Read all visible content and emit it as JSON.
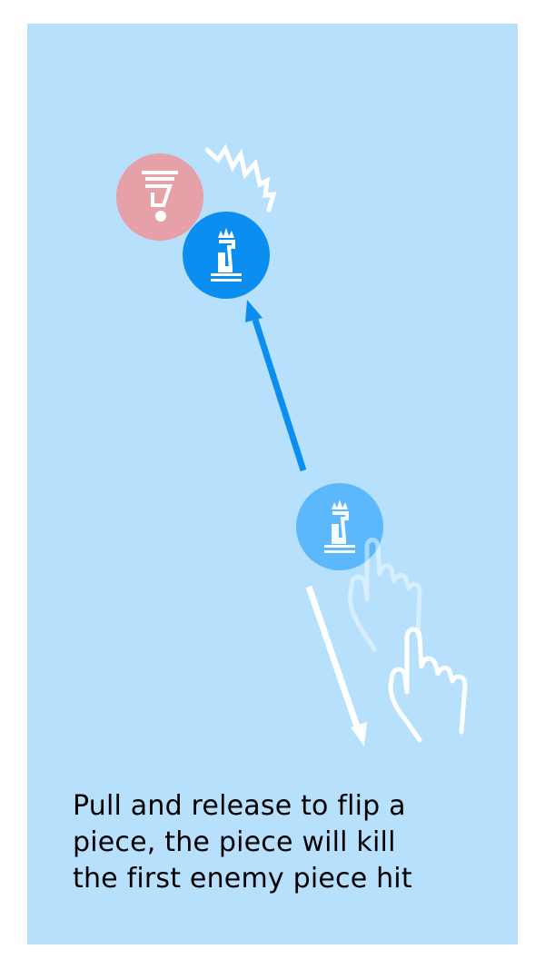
{
  "tutorial": {
    "caption_lines": [
      "Pull and release to flip a",
      "piece, the piece will kill",
      "the first enemy piece hit"
    ]
  },
  "colors": {
    "background": "#b7e0fd",
    "player_piece": "#0a8ff0",
    "player_piece_ghost": "#4db2fb",
    "enemy_piece": "#e5a0a8",
    "launch_arrow": "#0a8ff0",
    "pull_arrow": "#ffffff"
  },
  "pieces": {
    "enemy": {
      "type": "pawn",
      "side": "enemy",
      "state": "hit"
    },
    "player": {
      "type": "king",
      "side": "player",
      "state": "launched"
    },
    "player_origin": {
      "type": "king",
      "side": "player",
      "state": "ghost"
    }
  },
  "icons": {
    "enemy_piece": "pawn-icon",
    "player_piece": "king-icon",
    "impact": "impact-burst-icon",
    "hand": "pointing-hand-icon"
  }
}
